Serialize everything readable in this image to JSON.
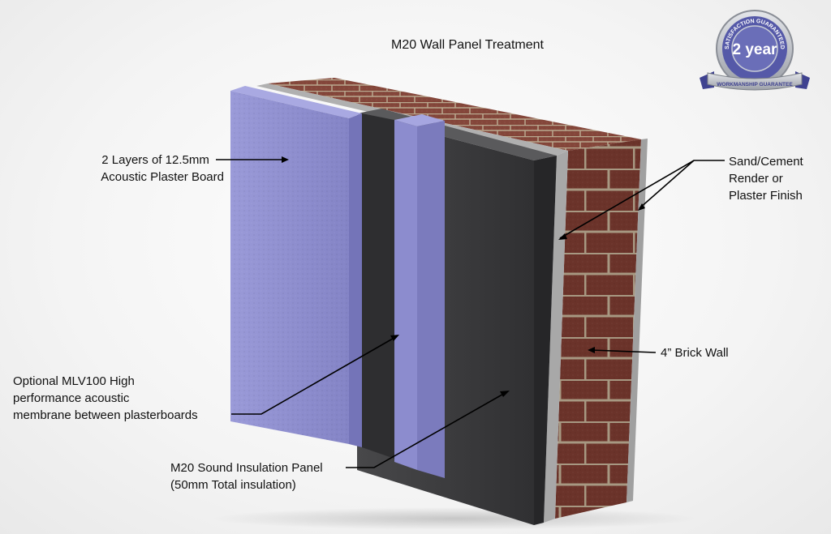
{
  "title": "M20 Wall Panel Treatment",
  "badge": {
    "ring_text": "SATISFACTION GUARANTEED",
    "main_text": "2 year",
    "ribbon_text": "WORKMANSHIP GUARANTEE"
  },
  "labels": {
    "plasterboard": [
      "2 Layers of 12.5mm",
      "Acoustic Plaster Board"
    ],
    "render": [
      "Sand/Cement",
      "Render or",
      "Plaster Finish"
    ],
    "brick": [
      "4” Brick Wall"
    ],
    "membrane": [
      "Optional MLV100 High",
      "performance acoustic",
      "membrane between plasterboards"
    ],
    "insulation": [
      "M20 Sound Insulation Panel",
      "(50mm Total insulation)"
    ]
  },
  "colors": {
    "plasterboard": "#8f8fd0",
    "insulation_panel": "#3c3c3e",
    "brick": "#7a3b30",
    "render": "#a7a7a7",
    "badge_blue": "#5559a8",
    "badge_silver": "#b8bcc4"
  }
}
